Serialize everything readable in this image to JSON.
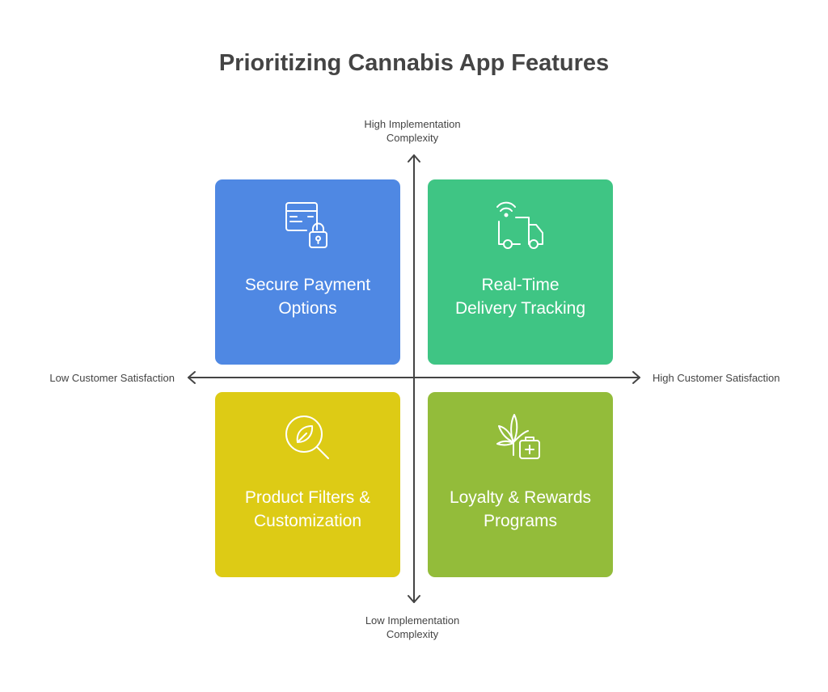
{
  "title": "Prioritizing Cannabis App Features",
  "axes": {
    "y_top": [
      "High Implementation",
      "Complexity"
    ],
    "y_bottom": [
      "Low Implementation",
      "Complexity"
    ],
    "x_left": "Low Customer Satisfaction",
    "x_right": "High Customer Satisfaction"
  },
  "quadrants": {
    "top_left": {
      "label": [
        "Secure Payment",
        "Options"
      ],
      "icon": "credit-card-lock-icon",
      "color": "#4f88e3"
    },
    "top_right": {
      "label": [
        "Real-Time",
        "Delivery Tracking"
      ],
      "icon": "delivery-truck-wifi-icon",
      "color": "#3fc584"
    },
    "bottom_left": {
      "label": [
        "Product Filters &",
        "Customization"
      ],
      "icon": "leaf-search-icon",
      "color": "#ddcb15"
    },
    "bottom_right": {
      "label": [
        "Loyalty & Rewards",
        "Programs"
      ],
      "icon": "cannabis-medkit-icon",
      "color": "#93bc3a"
    }
  }
}
